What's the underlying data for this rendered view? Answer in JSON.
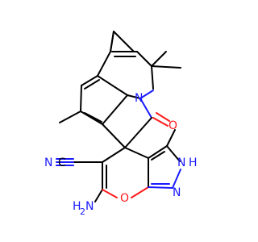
{
  "molecule": {
    "atoms": [
      {
        "id": "N_nitrile",
        "label": "N",
        "element": "N"
      },
      {
        "id": "C_nitrile",
        "label": "C",
        "element": "C"
      },
      {
        "id": "N_amide",
        "label": "N",
        "element": "N"
      },
      {
        "id": "O_carbonyl",
        "label": "O",
        "element": "O"
      },
      {
        "id": "O_pyran",
        "label": "O",
        "element": "O"
      },
      {
        "id": "NH_pyrazole",
        "label": "N",
        "element": "N"
      },
      {
        "id": "H_pyrazole",
        "label": "H",
        "element": "N"
      },
      {
        "id": "N_pyrazole",
        "label": "N",
        "element": "N"
      },
      {
        "id": "amine_H",
        "label": "H",
        "element": "N"
      },
      {
        "id": "amine_2",
        "label": "2",
        "element": "N"
      },
      {
        "id": "amine_N",
        "label": "N",
        "element": "N"
      }
    ]
  },
  "colors": {
    "carbon": "#000000",
    "nitrogen": "#1a1aff",
    "oxygen": "#ff1a1a",
    "background": "#ffffff"
  }
}
